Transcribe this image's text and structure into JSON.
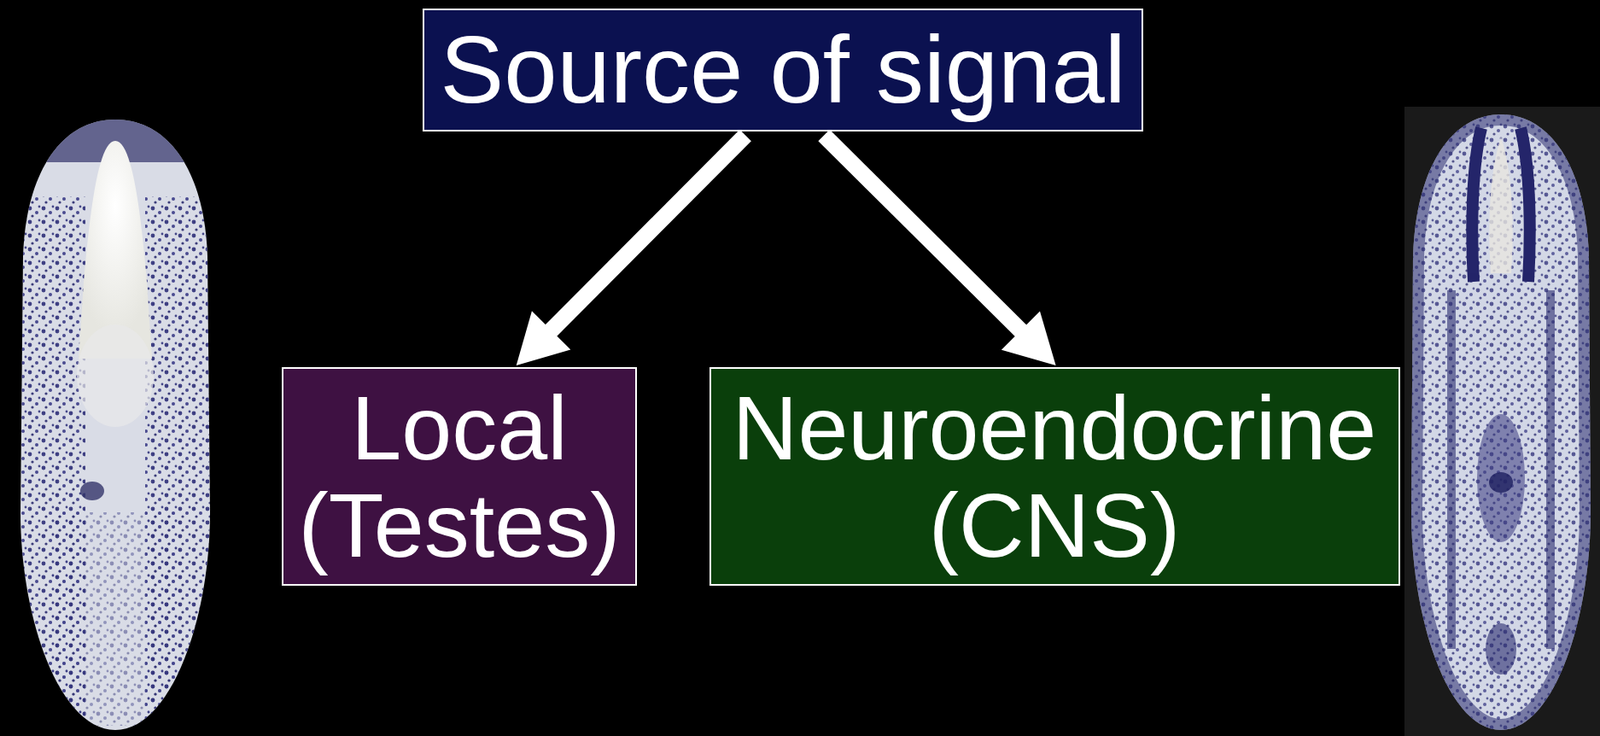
{
  "diagram": {
    "nodes": [
      {
        "text": [
          "Source of signal"
        ]
      },
      {
        "text": [
          "Local (Testes)"
        ]
      },
      {
        "text": [
          "Neuroendocrine (CNS)"
        ]
      }
    ],
    "edges": [
      {
        "from": 0,
        "to": 1,
        "arrow": "to"
      },
      {
        "from": 0,
        "to": 2,
        "arrow": "to"
      }
    ]
  }
}
